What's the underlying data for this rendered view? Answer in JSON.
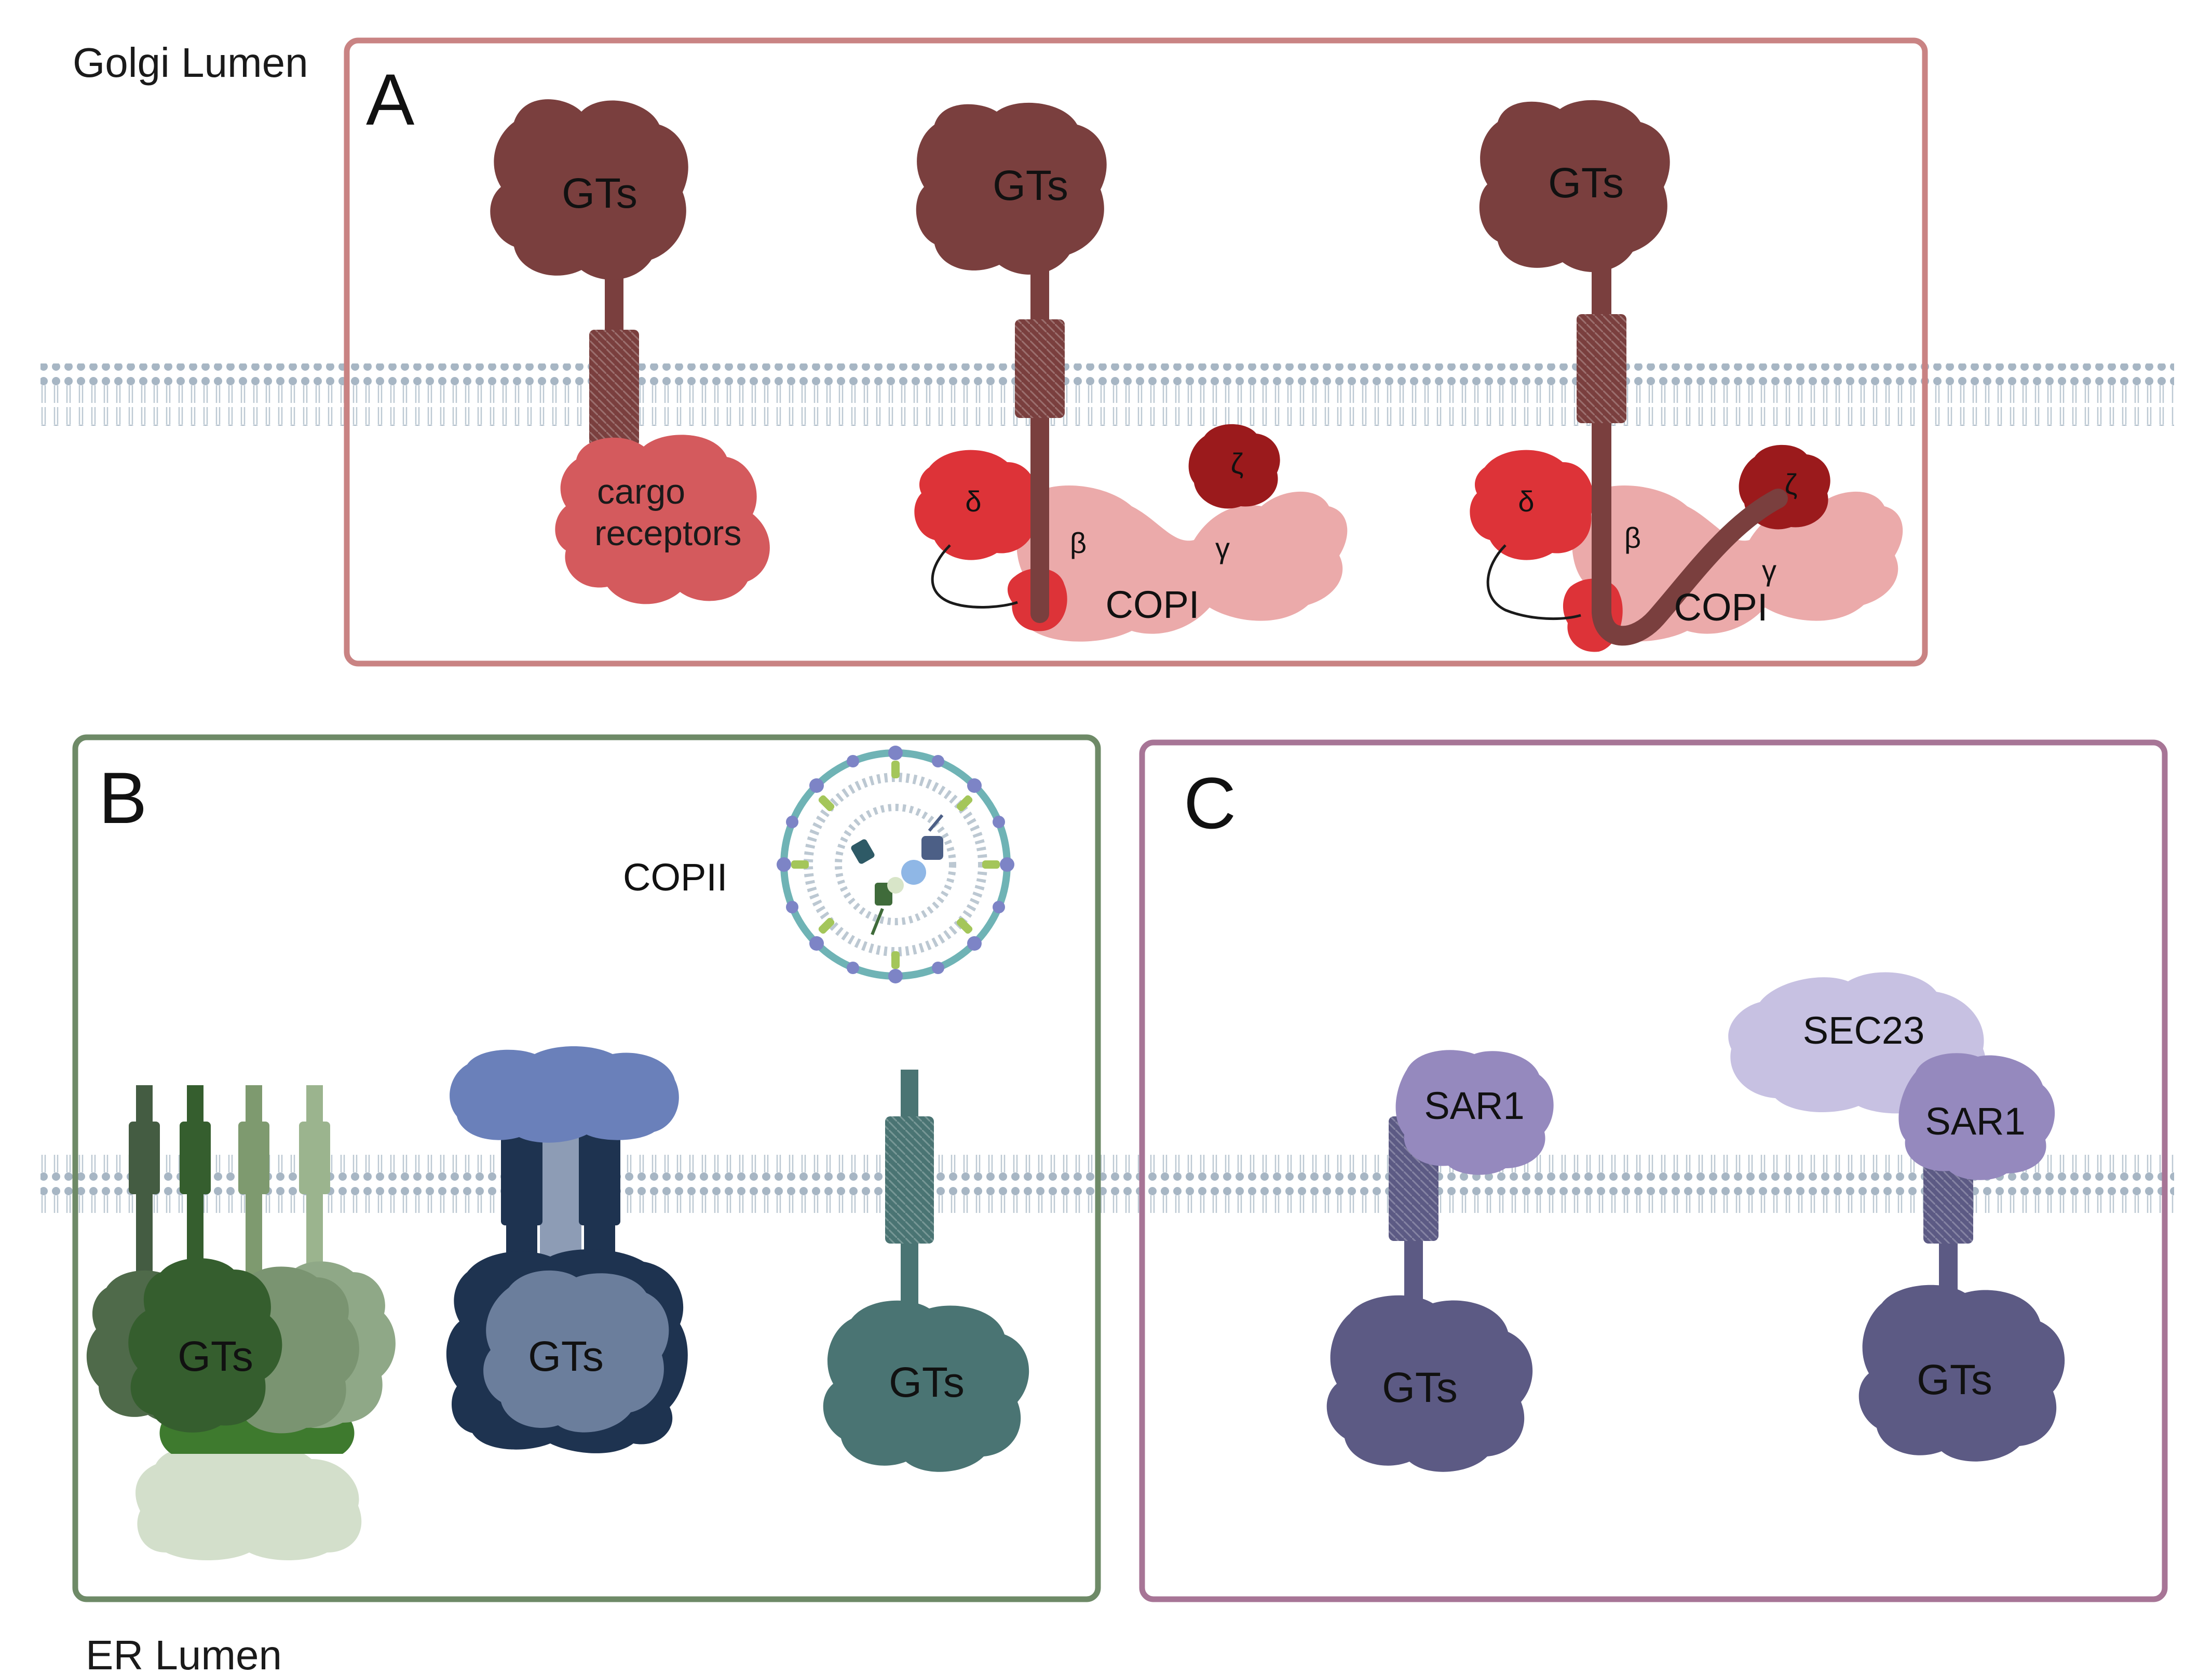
{
  "compartments": {
    "golgi_lumen": "Golgi Lumen",
    "er_lumen": "ER Lumen"
  },
  "panels": {
    "a": {
      "letter": "A",
      "border_color": "#C98383"
    },
    "b": {
      "letter": "B",
      "border_color": "#6E8A67"
    },
    "c": {
      "letter": "C",
      "border_color": "#A77596"
    }
  },
  "labels": {
    "gts": "GTs",
    "cargo": "cargo",
    "receptors": "receptors",
    "delta": "δ",
    "beta": "β",
    "gamma": "γ",
    "zeta": "ζ",
    "copi": "COPI",
    "copii": "COPII",
    "sar1": "SAR1",
    "sec23": "SEC23"
  },
  "colors": {
    "gt_panel_a": "#7A3F3E",
    "cargo_receptor": "#D45A5D",
    "copi_coat": "#EBAAAA",
    "copi_delta": "#DD3338",
    "copi_zeta": "#9B1A1C",
    "gt_teal": "#4A7473",
    "gt_blue": "#6B7E9C",
    "gt_navy": "#1E3350",
    "coat_blue": "#6A80BA",
    "gt_purple": "#5C5A84",
    "sar1": "#9589BE",
    "sec23": "#C7C1E2",
    "membrane": "#9FB0BF"
  },
  "icons": [
    "membrane-bilayer",
    "protein-blob",
    "copii-vesicle"
  ]
}
